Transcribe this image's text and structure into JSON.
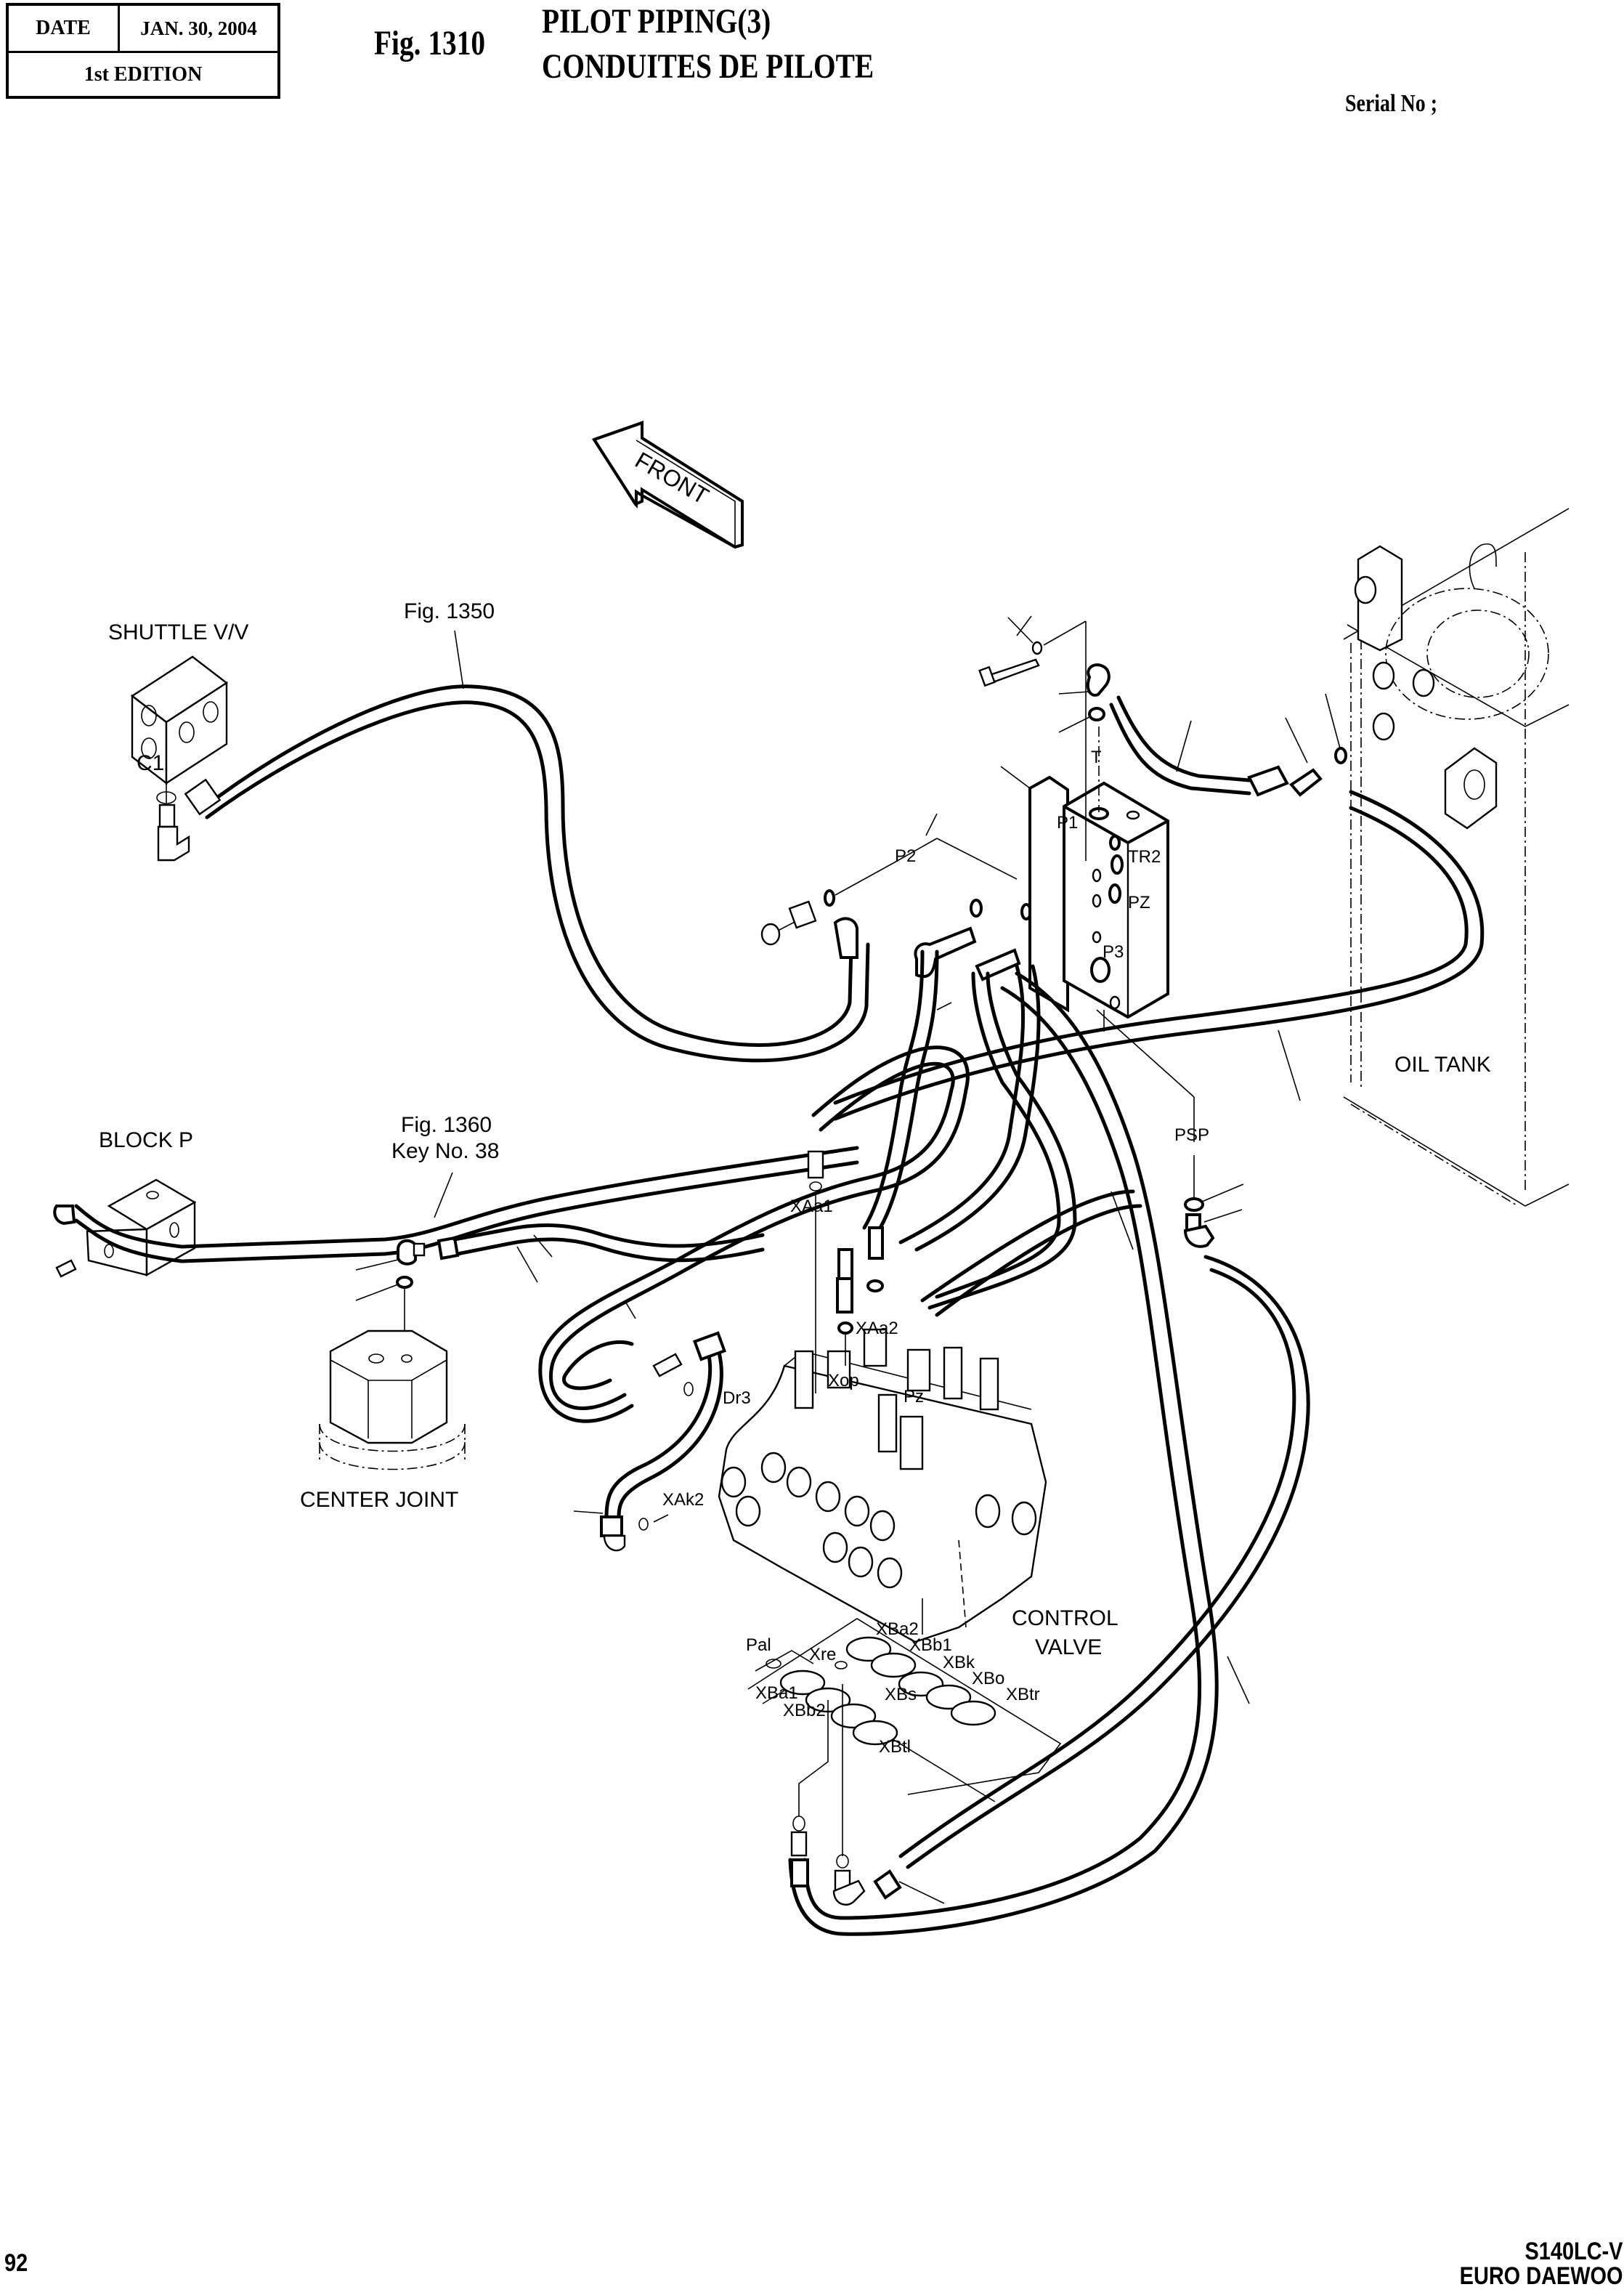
{
  "header": {
    "date_label": "DATE",
    "date_value": "JAN. 30, 2004",
    "edition": "1st EDITION",
    "figure_number": "Fig. 1310",
    "title_en": "PILOT PIPING(3)",
    "title_fr": "CONDUITES DE PILOTE",
    "serial_label": "Serial No ;"
  },
  "diagram": {
    "direction_arrow": "FRONT",
    "components": {
      "shuttle_valve": "SHUTTLE V/V",
      "block_p": "BLOCK P",
      "center_joint": "CENTER JOINT",
      "oil_tank": "OIL TANK",
      "control_valve_line1": "CONTROL",
      "control_valve_line2": "VALVE"
    },
    "references": {
      "fig_1350": "Fig. 1350",
      "fig_1360": "Fig. 1360",
      "key_no_38": "Key No. 38"
    },
    "ports": {
      "C1": "C1",
      "T": "T",
      "P1": "P1",
      "TR2": "TR2",
      "PZ": "PZ",
      "P3": "P3",
      "P2": "P2",
      "PSP": "PSP",
      "XAa1": "XAa1",
      "XAa2": "XAa2",
      "Xop": "Xop",
      "Pz": "Pz",
      "Dr3": "Dr3",
      "XAk2": "XAk2",
      "Pal": "Pal",
      "Xre": "Xre",
      "XBa2": "XBa2",
      "XBb1": "XBb1",
      "XBk": "XBk",
      "XBo": "XBo",
      "XBa1": "XBa1",
      "XBb2": "XBb2",
      "XBs": "XBs",
      "XBtr": "XBtr",
      "XBtl": "XBtl"
    }
  },
  "footer": {
    "page_number": "92",
    "model_line1": "S140LC-V",
    "model_line2": "EURO DAEWOO"
  }
}
